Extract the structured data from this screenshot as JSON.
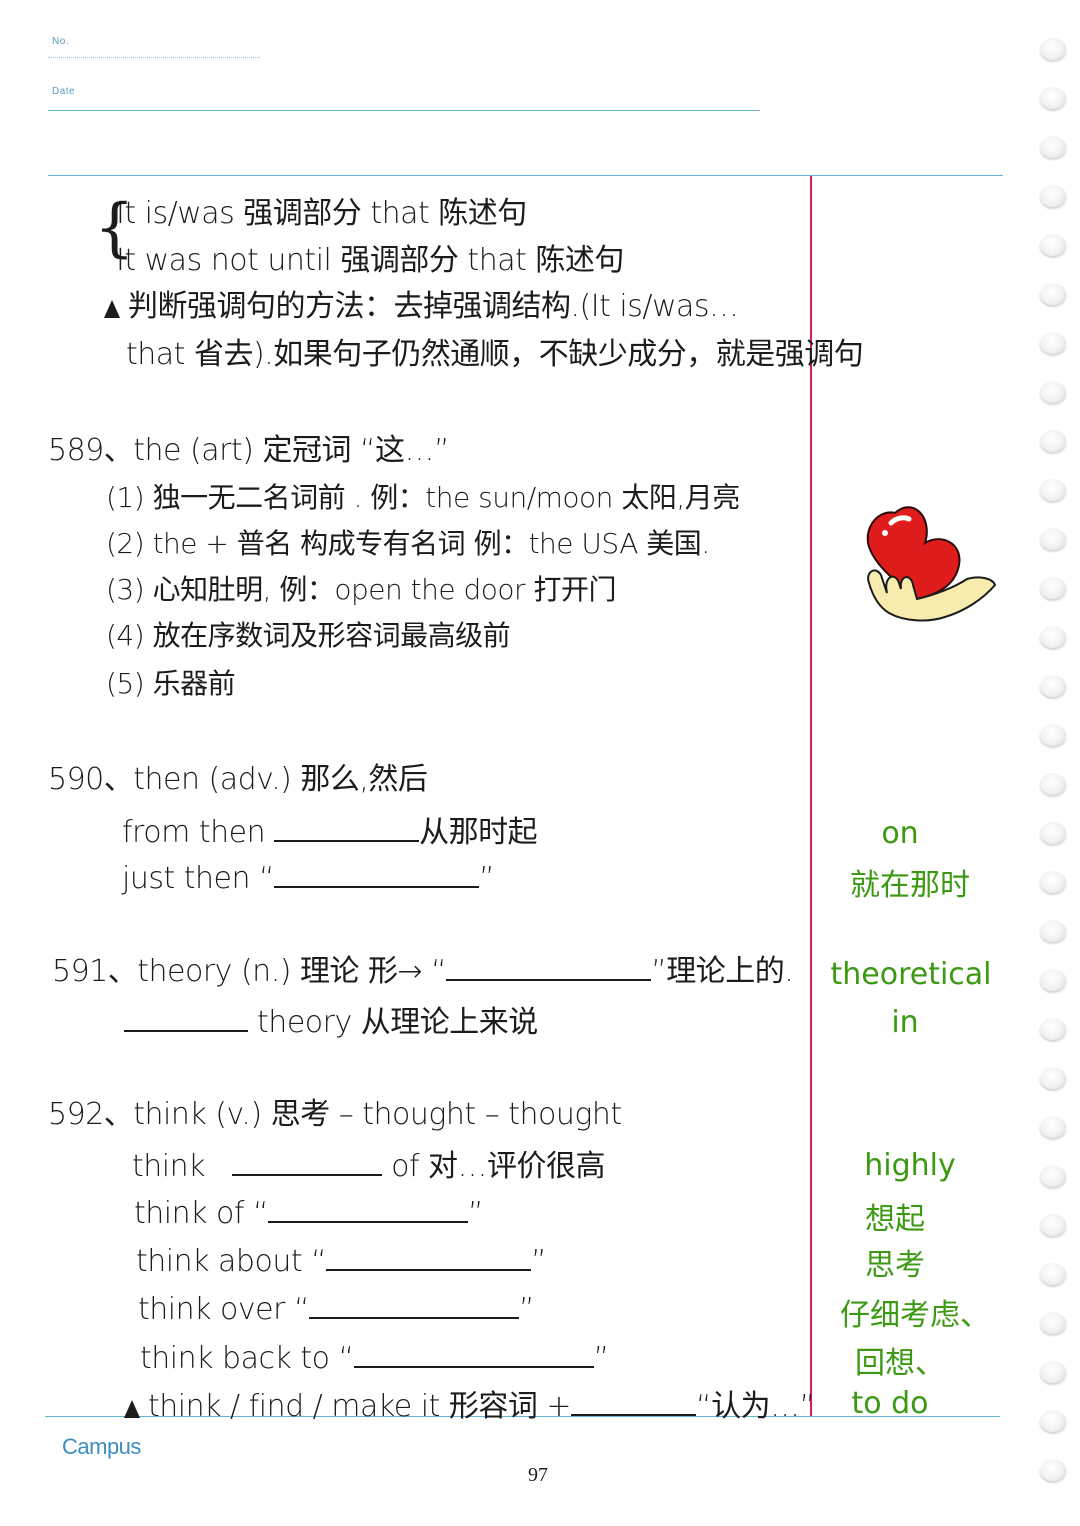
{
  "header": {
    "no_label": "No.",
    "date_label": "Date"
  },
  "emphasis": {
    "line1": "It is/was  强调部分  that 陈述句",
    "line2": "It was not until 强调部分  that 陈述句",
    "tip_line1": "判断强调句的方法：去掉强调结构.(It is/was…",
    "tip_line2": "that 省去).如果句子仍然通顺，不缺少成分，就是强调句"
  },
  "entries": [
    {
      "number": "589",
      "headword_line": "589、the (art) 定冠词 “这…”",
      "items": [
        "(1) 独一无二名词前 . 例：the sun/moon 太阳,月亮",
        "(2) the + 普名 构成专有名词  例：the USA 美国.",
        "(3) 心知肚明, 例：open the door 打开门",
        "(4) 放在序数词及形容词最高级前",
        "(5) 乐器前"
      ]
    },
    {
      "number": "590",
      "headword_line": "590、then (adv.) 那么,然后",
      "items": [
        {
          "prefix": "from  then",
          "suffix": "从那时起",
          "answer": "on"
        },
        {
          "prefix": "just  then “",
          "suffix": "”",
          "answer": "就在那时"
        }
      ]
    },
    {
      "number": "591",
      "headword_line_prefix": "591、theory (n.) 理论 形→ “",
      "headword_line_suffix": "”理论上的.",
      "headword_answer": "theoretical",
      "items": [
        {
          "prefix": "",
          "suffix": "theory  从理论上来说",
          "answer": "in"
        }
      ]
    },
    {
      "number": "592",
      "headword_line": "592、think (v.) 思考 – thought – thought",
      "items": [
        {
          "prefix": "think",
          "suffix": "of   对…评价很高",
          "answer": "highly"
        },
        {
          "prefix": "think  of  “",
          "suffix": "”",
          "answer": "想起"
        },
        {
          "prefix": "think  about  “",
          "suffix": "”",
          "answer": "思考"
        },
        {
          "prefix": "think  over  “",
          "suffix": "”",
          "answer": "仔细考虑、"
        },
        {
          "prefix": "think  back to  “",
          "suffix": "”",
          "answer": "回想、"
        }
      ],
      "tip_prefix": "think / find / make  it  形容词 +",
      "tip_suffix": "“认为…”",
      "tip_answer": "to do"
    }
  ],
  "answer_color": "#3b9a12",
  "margin_color": "#d8204a",
  "rule_color": "#4aa8d0",
  "illustration": "heart-in-hand",
  "footer": {
    "brand": "Campus",
    "page_number": "97"
  }
}
